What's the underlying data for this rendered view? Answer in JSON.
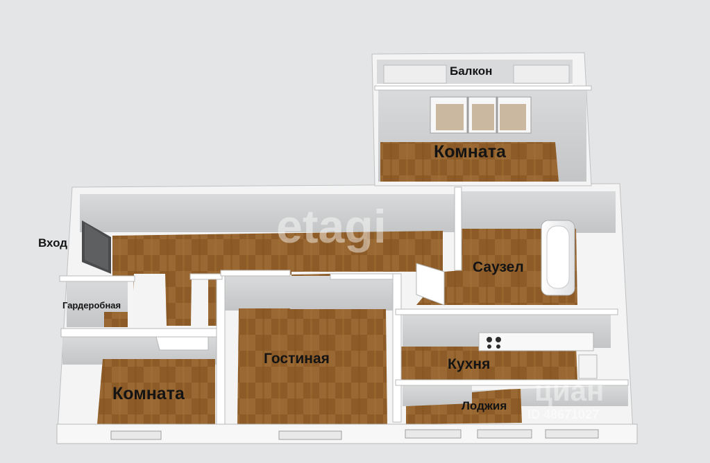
{
  "rooms": {
    "balcony": "Балкон",
    "room_top": "Комната",
    "entrance": "Вход",
    "bathroom": "Саузел",
    "wardrobe": "Гардеробная",
    "living_room": "Гостиная",
    "kitchen": "Кухня",
    "room_bottom": "Комната",
    "loggia": "Лоджия"
  },
  "watermarks": {
    "etagi": "etagi",
    "cian": "циан",
    "cian_id": "ID 48671027"
  },
  "colors": {
    "background": "#e4e5e6",
    "wall_top": "#f7f7f7",
    "wall_inner": "#cdcecf",
    "floor_base": "#8a5a26",
    "floor_stripe": "#9e6c34",
    "floor_empty": "#d2d3d4"
  }
}
